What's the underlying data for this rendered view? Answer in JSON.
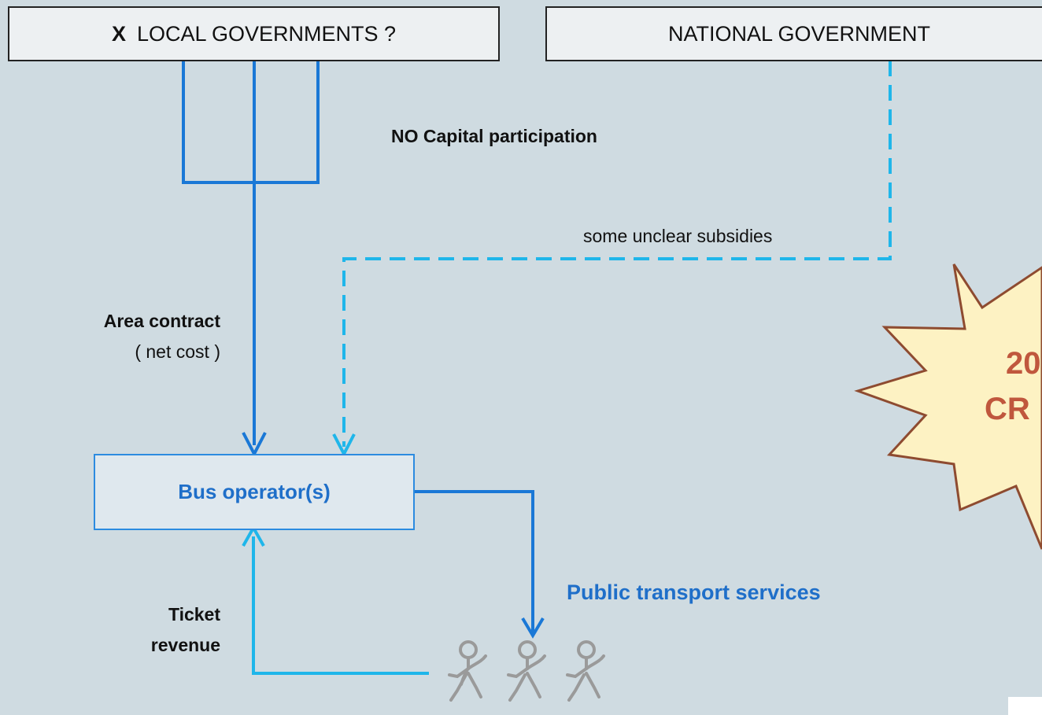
{
  "local_gov": {
    "marker": "X",
    "label": "LOCAL GOVERNMENTS ?"
  },
  "national_gov": {
    "label": "NATIONAL GOVERNMENT"
  },
  "labels": {
    "no_capital": "NO Capital participation",
    "subsidies": "some unclear subsidies",
    "area_contract": "Area contract",
    "net_cost": "( net cost )",
    "ticket": "Ticket",
    "revenue": "revenue",
    "public_transport": "Public transport services"
  },
  "bus_operator": {
    "label": "Bus operator(s)"
  },
  "starburst": {
    "line1": "20",
    "line2": "CR"
  },
  "colors": {
    "background": "#cfdbe1",
    "contract_line": "#1a78d6",
    "subsidy_line": "#1fb6ea",
    "revenue_line": "#1fb6ea",
    "service_line": "#1a78d6",
    "star_fill": "#fdf2c3",
    "star_stroke": "#8e4b30",
    "star_text": "#c0573d",
    "people": "#9a9a9a"
  },
  "icons": {
    "people": "person-icon"
  }
}
